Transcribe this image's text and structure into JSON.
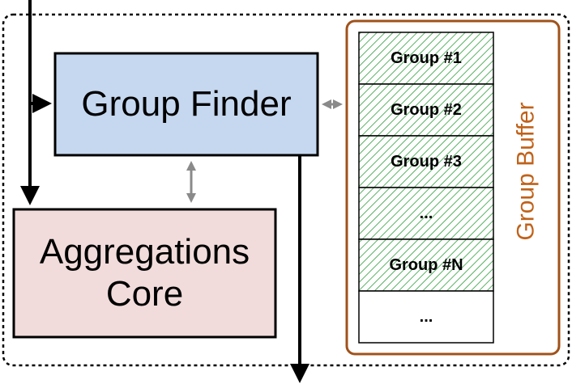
{
  "group_finder": {
    "label": "Group Finder",
    "fill": "#c6d8ef"
  },
  "aggregations_core": {
    "label_line1": "Aggregations",
    "label_line2": "Core",
    "fill": "#f1dcdb"
  },
  "group_buffer": {
    "label": "Group Buffer",
    "border_color": "#a0521a",
    "label_color": "#c0621a",
    "hatch_color": "#2e9e3a",
    "slots": [
      {
        "label": "Group #1",
        "hatched": true
      },
      {
        "label": "Group #2",
        "hatched": true
      },
      {
        "label": "Group #3",
        "hatched": true
      },
      {
        "label": "...",
        "hatched": true
      },
      {
        "label": "Group #N",
        "hatched": true
      },
      {
        "label": "...",
        "hatched": false
      }
    ]
  }
}
